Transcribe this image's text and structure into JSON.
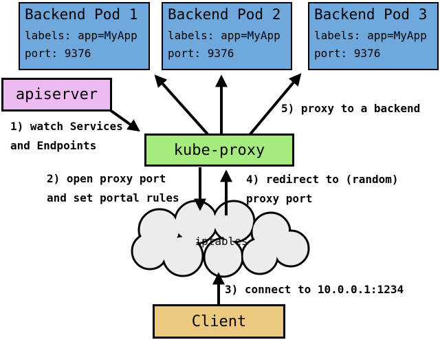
{
  "colors": {
    "pod_fill": "#6FA8DC",
    "apiserver_fill": "#EDBBF2",
    "kube_proxy_fill": "#A6EB7D",
    "client_fill": "#EDC87F",
    "cloud_fill": "#ECECEC",
    "outline": "#000000",
    "background": "#FFFFFF"
  },
  "pods": [
    {
      "title": "Backend Pod 1",
      "labels_line": "labels: app=MyApp",
      "port_line": "port: 9376"
    },
    {
      "title": "Backend Pod 2",
      "labels_line": "labels: app=MyApp",
      "port_line": "port: 9376"
    },
    {
      "title": "Backend Pod 3",
      "labels_line": "labels: app=MyApp",
      "port_line": "port: 9376"
    }
  ],
  "apiserver": {
    "title": "apiserver"
  },
  "kube_proxy": {
    "title": "kube-proxy"
  },
  "iptables": {
    "title": "iptables"
  },
  "client": {
    "title": "Client"
  },
  "annotations": {
    "step1": {
      "line1": "1) watch Services",
      "line2": "and Endpoints"
    },
    "step2": {
      "line1": "2) open proxy port",
      "line2": "and set portal rules"
    },
    "step3": {
      "line1": "3) connect to 10.0.0.1:1234"
    },
    "step4": {
      "line1": "4) redirect to (random)",
      "line2": "proxy port"
    },
    "step5": {
      "line1": "5) proxy to a backend"
    }
  }
}
